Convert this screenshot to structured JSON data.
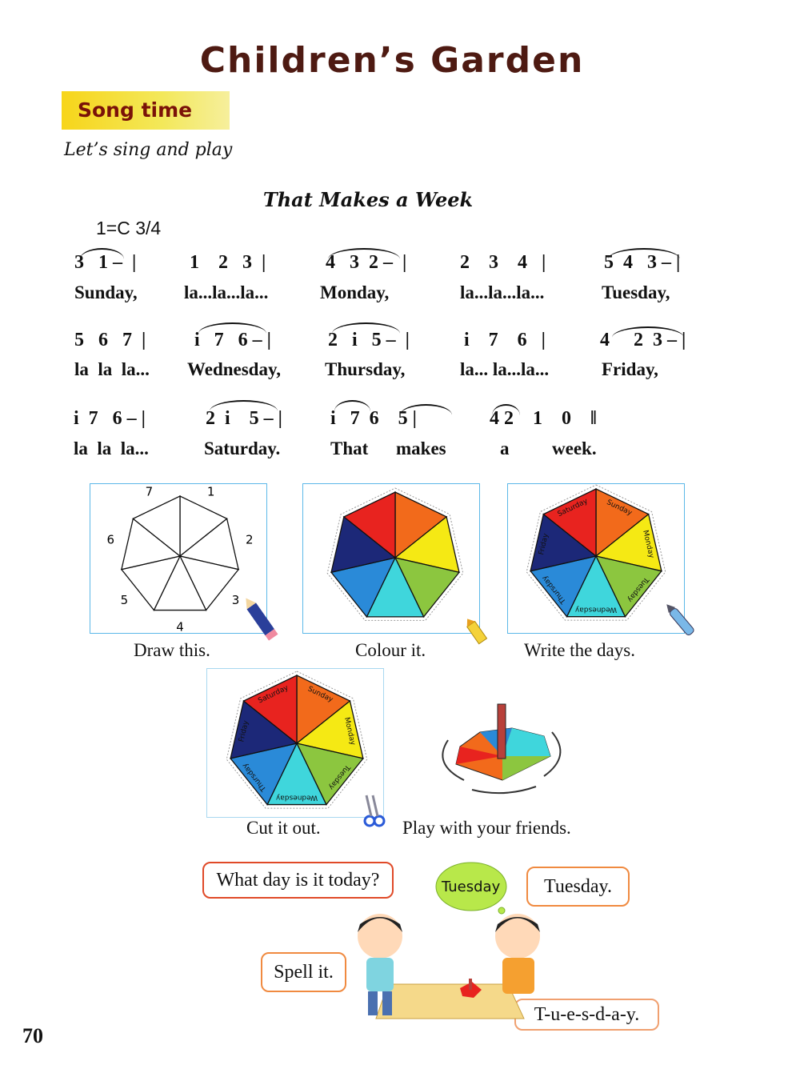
{
  "title": "Children’s Garden",
  "section": "Song time",
  "instruction": "Let’s sing and play",
  "song": {
    "title": "That Makes a Week",
    "key": "1=C    3/4",
    "rows": [
      {
        "notes": [
          "3   1 –  |",
          "1    2   3  |",
          "4   3  2 –  |",
          "2    3    4   |",
          "5  4   3 – |"
        ],
        "lyrics": [
          "Sunday,",
          "la...la...la...",
          "Monday,",
          "la...la...la...",
          "Tuesday,"
        ]
      },
      {
        "notes": [
          "5   6   7  |",
          "i   7   6 – |",
          "2   i   5 –  |",
          "i    7    6   |",
          "4     2  3 – |"
        ],
        "lyrics": [
          "la  la  la...",
          "Wednesday,",
          "Thursday,",
          "la... la...la...",
          "Friday,"
        ]
      },
      {
        "notes": [
          "i  7   6 – |",
          "2  i    5 – |",
          "i   7  6    5 |",
          "4 2    1    0    ‖"
        ],
        "lyrics": [
          "la  la  la...",
          "Saturday.",
          "That",
          "makes",
          "a",
          "week."
        ]
      }
    ]
  },
  "activities": [
    {
      "caption": "Draw this.",
      "numbers": [
        "1",
        "2",
        "3",
        "4",
        "5",
        "6",
        "7"
      ]
    },
    {
      "caption": "Colour it."
    },
    {
      "caption": "Write the days."
    },
    {
      "caption": "Cut it out."
    },
    {
      "caption": "Play with your friends."
    }
  ],
  "days": [
    "Sunday",
    "Monday",
    "Tuesday",
    "Wednesday",
    "Thursday",
    "Friday",
    "Saturday"
  ],
  "colors": [
    "#f26a1b",
    "#f5e914",
    "#8cc63f",
    "#3fd6dc",
    "#2a8ad8",
    "#1c2878",
    "#e8231f"
  ],
  "dialogue": {
    "question": "What day is it today?",
    "card": "Tuesday",
    "answer": "Tuesday.",
    "spell": "Spell it.",
    "spelled": "T-u-e-s-d-a-y."
  },
  "page_number": "70"
}
